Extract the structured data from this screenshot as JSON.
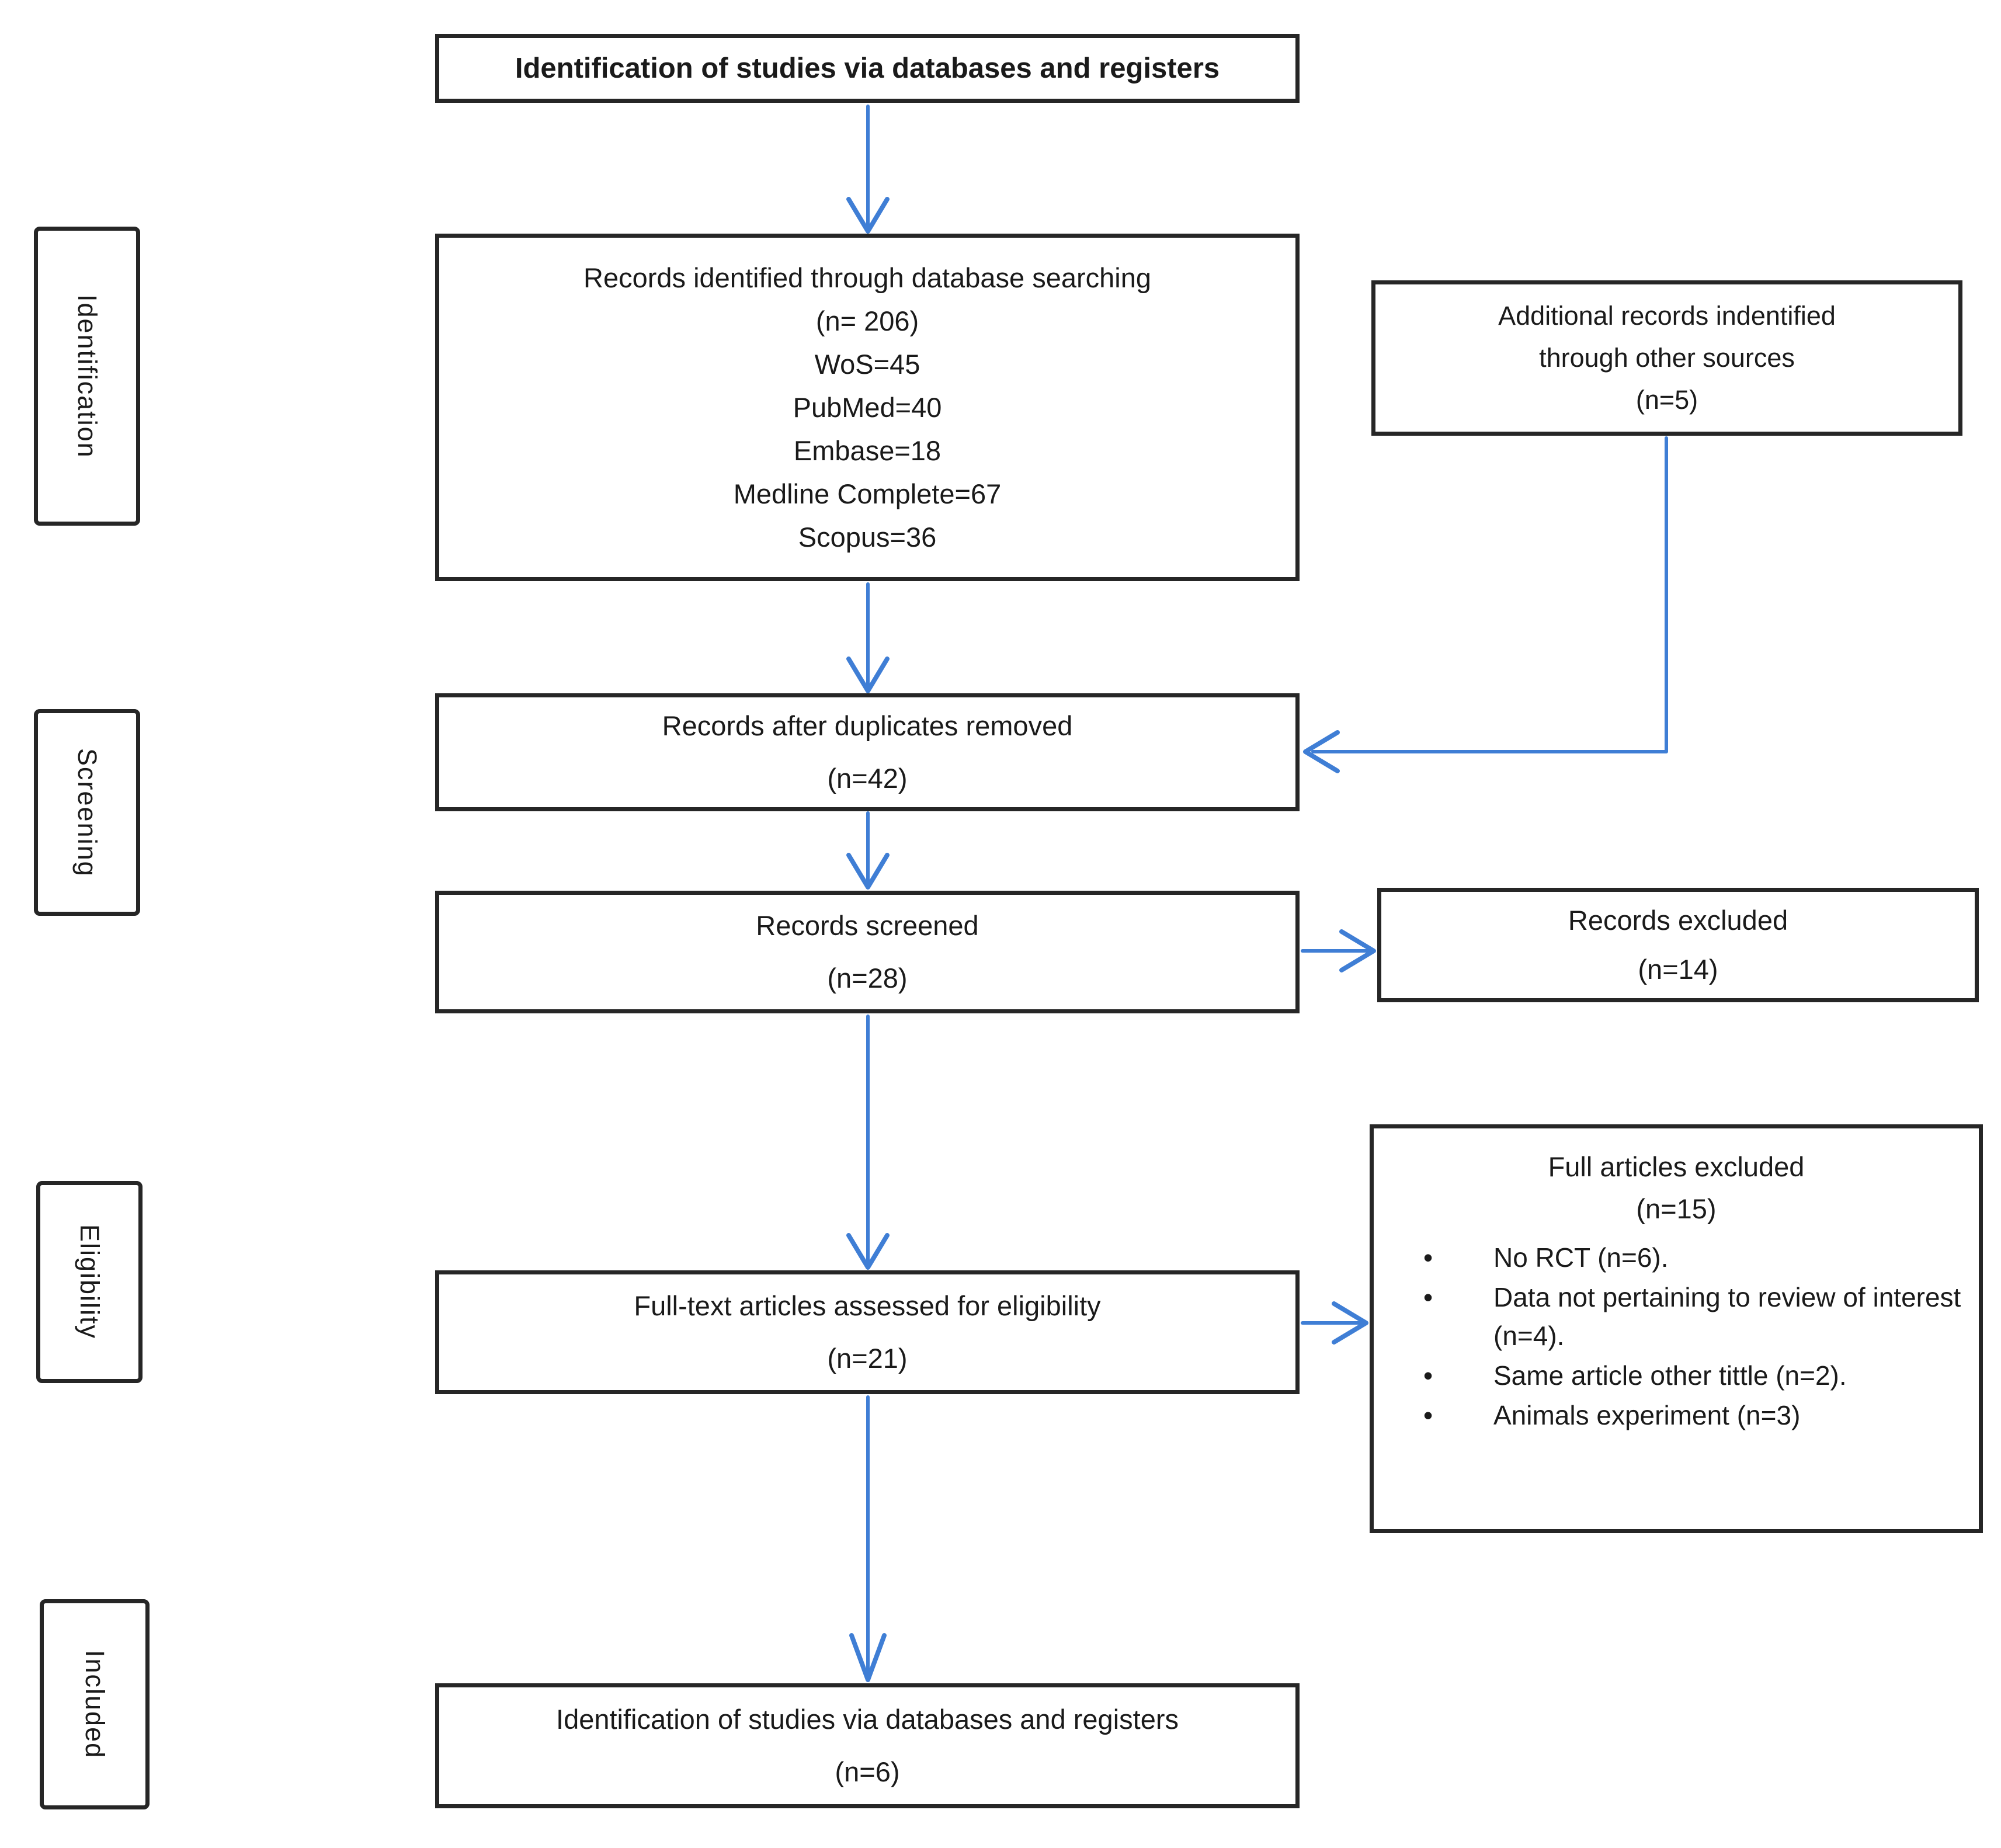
{
  "colors": {
    "arrow": "#3f7ed5",
    "border": "#262626"
  },
  "stages": {
    "identification": "Identification",
    "screening": "Screening",
    "eligibility": "Eligibility",
    "included": "Included"
  },
  "boxes": {
    "title": "Identification of studies via databases and registers",
    "identified": {
      "lines": [
        "Records identified through database searching",
        "(n= 206)",
        "WoS=45",
        "PubMed=40",
        "Embase=18",
        "Medline Complete=67",
        "Scopus=36"
      ]
    },
    "additional": {
      "lines": [
        "Additional records indentified",
        "through other sources",
        "(n=5)"
      ]
    },
    "duplicates": {
      "lines": [
        "Records after duplicates removed",
        "(n=42)"
      ]
    },
    "screened": {
      "lines": [
        "Records screened",
        "(n=28)"
      ]
    },
    "excluded": {
      "lines": [
        "Records excluded",
        "(n=14)"
      ]
    },
    "fulltext": {
      "lines": [
        "Full-text articles assessed for eligibility",
        "(n=21)"
      ]
    },
    "full_excluded": {
      "title": "Full articles excluded",
      "count": "(n=15)",
      "bullets": [
        "No RCT (n=6).",
        "Data not pertaining to review of interest (n=4).",
        "Same article other tittle (n=2).",
        "Animals experiment (n=3)"
      ]
    },
    "included_final": {
      "lines": [
        "Identification of studies via databases and registers",
        "(n=6)"
      ]
    }
  }
}
